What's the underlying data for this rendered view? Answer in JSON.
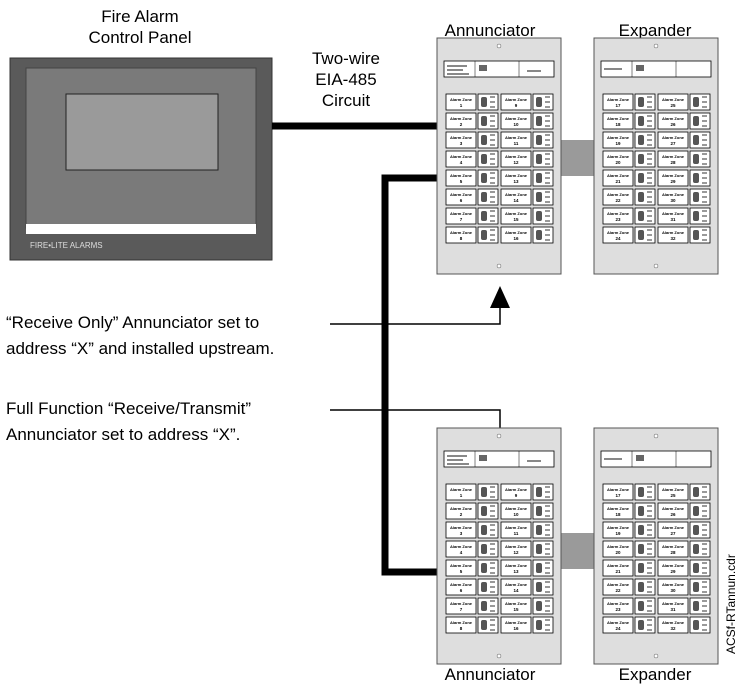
{
  "panel": {
    "title_line1": "Fire Alarm",
    "title_line2": "Control Panel",
    "brand": "FIRE•LITE ALARMS"
  },
  "circuit": {
    "line1": "Two-wire",
    "line2": "EIA-485",
    "line3": "Circuit"
  },
  "devices": {
    "annunciator_top": "Annunciator",
    "expander_top": "Expander",
    "annunciator_bottom": "Annunciator",
    "expander_bottom": "Expander"
  },
  "notes": {
    "receive_only_line1": "“Receive Only” Annunciator set to",
    "receive_only_line2": "address “X” and installed upstream.",
    "full_function_line1": "Full Function “Receive/Transmit”",
    "full_function_line2": "Annunciator set to address “X”."
  },
  "zones": {
    "annunciator_left": [
      "1",
      "2",
      "3",
      "4",
      "5",
      "6",
      "7",
      "8"
    ],
    "annunciator_right": [
      "9",
      "10",
      "11",
      "12",
      "13",
      "14",
      "15",
      "16"
    ],
    "expander_left": [
      "17",
      "18",
      "19",
      "20",
      "21",
      "22",
      "23",
      "24"
    ],
    "expander_right": [
      "25",
      "26",
      "27",
      "28",
      "29",
      "30",
      "31",
      "32"
    ],
    "zone_label": "Alarm Zone"
  },
  "file_tag": "ACSf-RTannun.cdr"
}
